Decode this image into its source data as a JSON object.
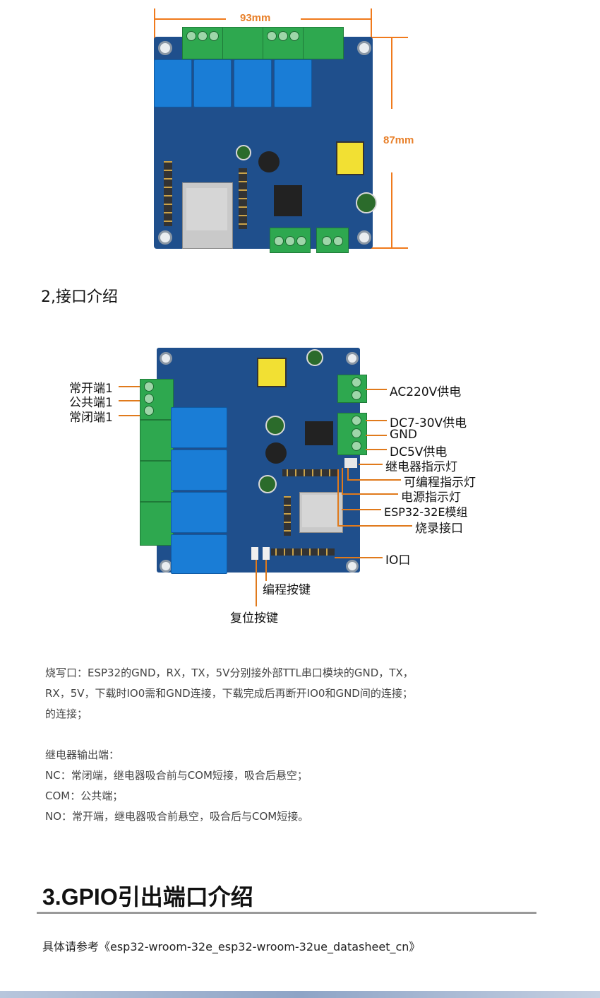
{
  "top_figure": {
    "width_label": "93mm",
    "height_label": "87mm"
  },
  "section2": {
    "heading": "2,接口介绍",
    "labels": {
      "no1": "常开端1",
      "com1": "公共端1",
      "nc1": "常闭端1",
      "ac220": "AC220V供电",
      "dc7_30": "DC7-30V供电",
      "gnd": "GND",
      "dc5": "DC5V供电",
      "relay_led": "继电器指示灯",
      "prog_led": "可编程指示灯",
      "power_led": "电源指示灯",
      "esp_module": "ESP32-32E模组",
      "flash_port": "烧录接口",
      "io_port": "IO口",
      "prog_button": "编程按键",
      "reset_button": "复位按键"
    },
    "description": [
      "烧写口：ESP32的GND，RX，TX，5V分别接外部TTL串口模块的GND，TX，",
      "RX，5V，下载时IO0需和GND连接，下载完成后再断开IO0和GND间的连接；",
      "的连接；",
      "",
      "继电器输出端：",
      "NC：常闭端，继电器吸合前与COM短接，吸合后悬空；",
      "COM：公共端；",
      "NO：常开端，继电器吸合前悬空，吸合后与COM短接。"
    ]
  },
  "section3": {
    "heading": "3.GPIO引出端口介绍",
    "reference": "具体请参考《esp32-wroom-32e_esp32-wroom-32ue_datasheet_cn》"
  },
  "colors": {
    "accent_orange": "#e8802a",
    "board_blue": "#1f4f8c",
    "terminal_green": "#2ea84f",
    "relay_blue": "#1a7dd6"
  }
}
